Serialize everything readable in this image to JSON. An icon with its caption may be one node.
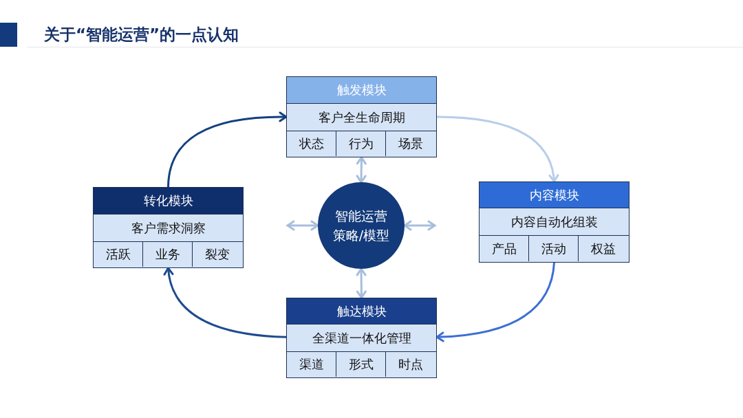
{
  "diagram": {
    "title": "关于“智能运营”的一点认知",
    "nodes": [
      {
        "text": [
          "触发模块",
          "客户全生命周期"
        ]
      },
      {
        "text": [
          "状态"
        ],
        "in": 0
      },
      {
        "text": [
          "行为"
        ],
        "in": 0
      },
      {
        "text": [
          "场景"
        ],
        "in": 0
      },
      {
        "text": [
          "内容模块",
          "内容自动化组装"
        ]
      },
      {
        "text": [
          "产品"
        ],
        "in": 4
      },
      {
        "text": [
          "活动"
        ],
        "in": 4
      },
      {
        "text": [
          "权益"
        ],
        "in": 4
      },
      {
        "text": [
          "触达模块",
          "全渠道一体化管理"
        ]
      },
      {
        "text": [
          "渠道"
        ],
        "in": 8
      },
      {
        "text": [
          "形式"
        ],
        "in": 8
      },
      {
        "text": [
          "时点"
        ],
        "in": 8
      },
      {
        "text": [
          "转化模块",
          "客户需求洞察"
        ]
      },
      {
        "text": [
          "活跃"
        ],
        "in": 12
      },
      {
        "text": [
          "业务"
        ],
        "in": 12
      },
      {
        "text": [
          "裂变"
        ],
        "in": 12
      },
      {
        "text": [
          "智能运营策略/模型"
        ]
      }
    ],
    "edges": [
      {
        "from": 0,
        "to": 4,
        "arrow": "to",
        "color": "#b7cdea"
      },
      {
        "from": 4,
        "to": 8,
        "arrow": "to",
        "color": "#3b6fd4"
      },
      {
        "from": 8,
        "to": 12,
        "arrow": "to",
        "color": "#1d4b8f"
      },
      {
        "from": 12,
        "to": 0,
        "arrow": "to",
        "color": "#14407f"
      },
      {
        "from": 16,
        "to": 0,
        "arrow": "both",
        "color": "#a7bedb"
      },
      {
        "from": 16,
        "to": 8,
        "arrow": "both",
        "color": "#a7bedb"
      },
      {
        "from": 16,
        "to": null,
        "arrow": "both",
        "color": "#a7bedb"
      },
      {
        "from": 16,
        "to": null,
        "arrow": "both",
        "color": "#a7bedb"
      }
    ]
  }
}
